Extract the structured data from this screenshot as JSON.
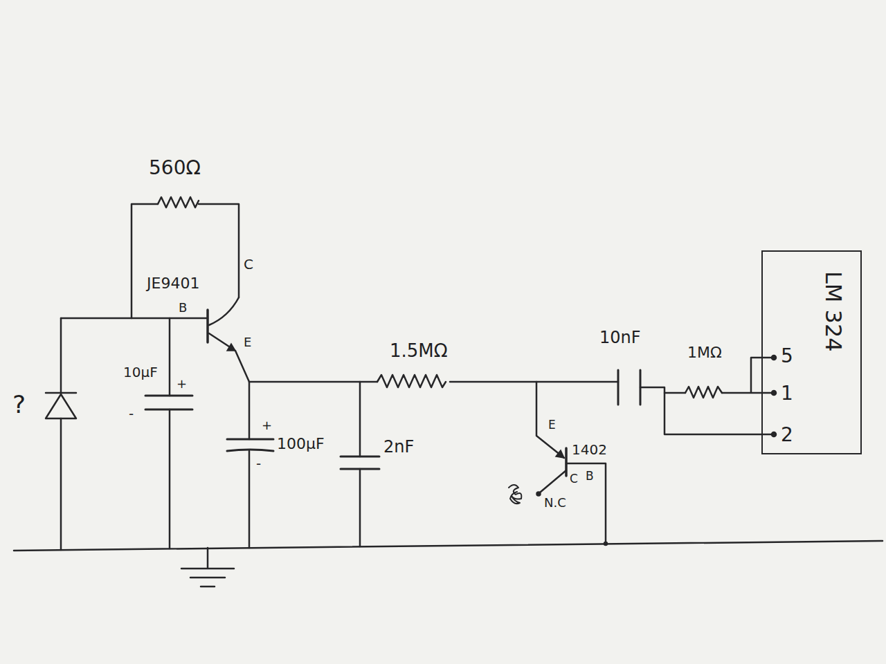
{
  "diagram": {
    "nodes": [
      {
        "text": [
          "LM 324",
          "5",
          "1",
          "2"
        ]
      }
    ],
    "labels": [
      "560Ω",
      "C",
      "JE9401",
      "B",
      "E",
      "?",
      "10µF",
      "+",
      "-",
      "+",
      "-",
      "100µF",
      "2nF",
      "1.5MΩ",
      "10nF",
      "1MΩ",
      "E",
      "1402",
      "C",
      "B",
      "N.C"
    ]
  }
}
